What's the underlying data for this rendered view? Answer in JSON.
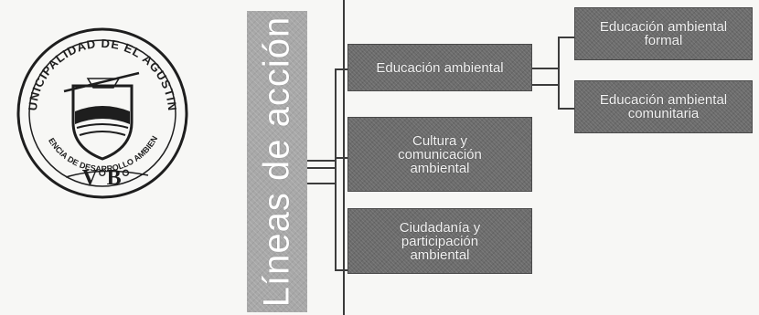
{
  "stamp": {
    "top_text": "MUNICIPALIDAD DE EL AGUSTINO",
    "bottom_text": "GERENCIA DE DESARROLLO AMBIENTAL",
    "mark": "V°B°"
  },
  "diagram": {
    "root_label": "Líneas de acción",
    "branches": [
      {
        "label": "Educación ambiental",
        "children": [
          {
            "label": "Educación ambiental\nformal"
          },
          {
            "label": "Educación ambiental\ncomunitaria"
          }
        ]
      },
      {
        "label": "Cultura y\ncomunicación\nambiental"
      },
      {
        "label": "Ciudadanía y\nparticipación\nambiental"
      }
    ]
  },
  "colors": {
    "box_fill": "#6c6c6c",
    "root_fill": "#a8a8a8",
    "line": "#3c3c3c",
    "stamp_ink": "#1e1e1e"
  }
}
